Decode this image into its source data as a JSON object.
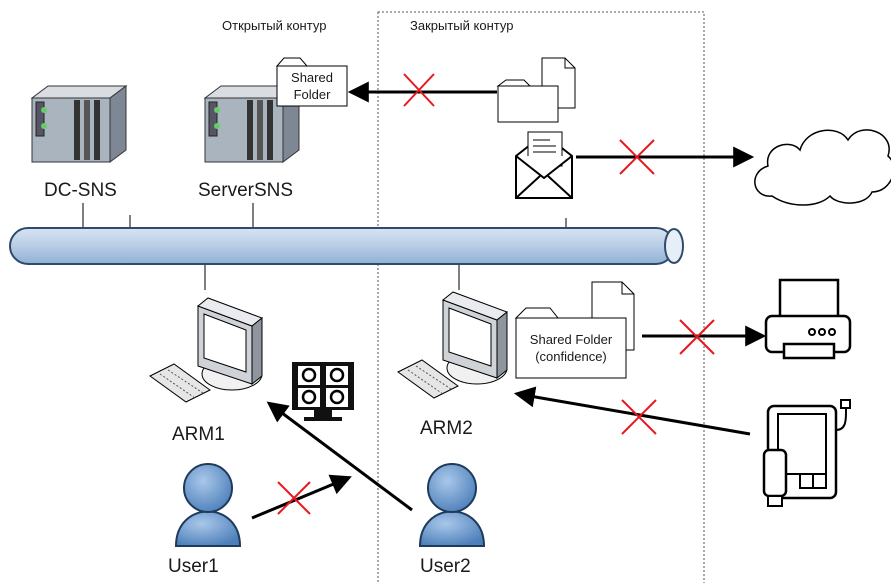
{
  "zones": {
    "open": "Открытый контур",
    "closed": "Закрытый контур"
  },
  "servers": {
    "dc": "DC-SNS",
    "server": "ServerSNS"
  },
  "workstations": {
    "arm1": "ARM1",
    "arm2": "ARM2"
  },
  "users": {
    "user1": "User1",
    "user2": "User2"
  },
  "folders": {
    "shared": [
      "Shared",
      "Folder"
    ],
    "confidential": [
      "Shared Folder",
      "(confidence)"
    ]
  },
  "colors": {
    "bus_fill": "#b9cde5",
    "bus_stroke": "#2f4a6b",
    "block_mark": "#e8171e",
    "user_fill": "#5b8fc9",
    "server_fill": "#a9b3bf"
  }
}
